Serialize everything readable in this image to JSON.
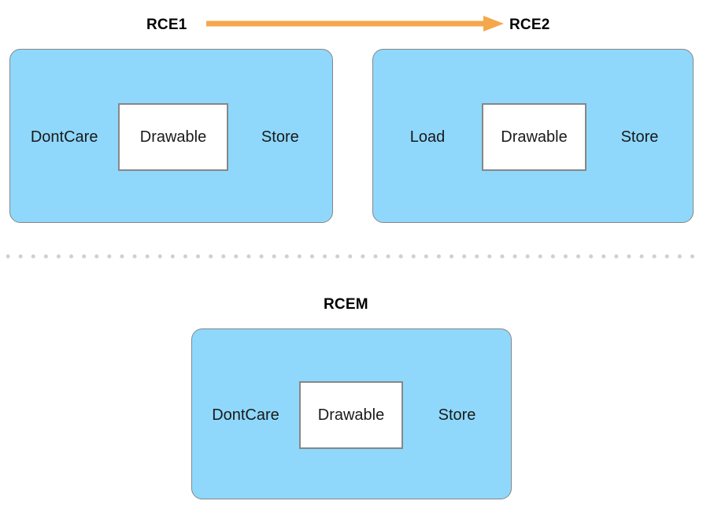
{
  "diagram": {
    "title_rce1": "RCE1",
    "title_rce2": "RCE2",
    "title_rcem": "RCEM",
    "colors": {
      "box_fill": "#8FD8FC",
      "box_border": "#878787",
      "drawable_fill": "#FFFFFF",
      "drawable_border": "#878787",
      "arrow": "#F5A74C",
      "divider_dot": "#D0D0D0",
      "text": "#1A1A1A"
    },
    "arrow": {
      "name": "transition-arrow",
      "from": "RCE1",
      "to": "RCE2",
      "direction": "right"
    },
    "divider": {
      "style": "dotted",
      "dot_count": 55
    },
    "boxes": [
      {
        "id": "rce1",
        "title": "RCE1",
        "left_label": "DontCare",
        "center_label": "Drawable",
        "right_label": "Store"
      },
      {
        "id": "rce2",
        "title": "RCE2",
        "left_label": "Load",
        "center_label": "Drawable",
        "right_label": "Store"
      },
      {
        "id": "rcem",
        "title": "RCEM",
        "left_label": "DontCare",
        "center_label": "Drawable",
        "right_label": "Store"
      }
    ]
  }
}
